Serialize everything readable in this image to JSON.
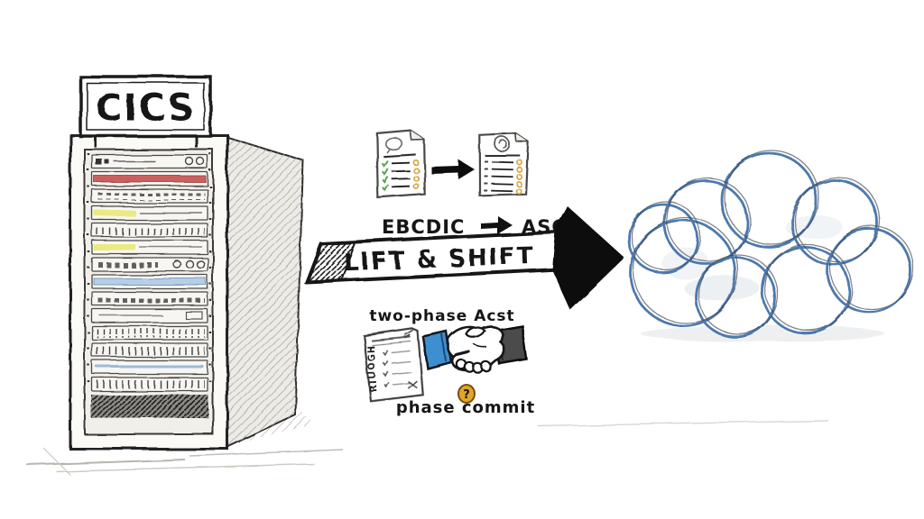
{
  "title": "Hand-drawn sketch: CICS mainframe lift & shift migration to cloud",
  "mainframe": {
    "sign_label": "CICS"
  },
  "conversion": {
    "from_label": "EBCDIC",
    "to_label": "ASCI"
  },
  "migration": {
    "arrow_label": "LIFT & SHIFT"
  },
  "transaction": {
    "title": "two-phase Acst",
    "caption": "phase commit",
    "doc_side_label": "RIUOGH",
    "coin_glyph": "?"
  },
  "icons": {
    "server_rack_glyph": "🖥",
    "document_glyph": "📄",
    "flow_arrow_glyph": "➔",
    "cloud_glyph": "☁",
    "handshake_glyph": "🤝",
    "coin_label": "gold-coin"
  },
  "colors": {
    "ink": "#161616",
    "cloud_blue": "#4d79ad",
    "cloud_pencil": "#3b4350",
    "rack_red": "#c85050",
    "rack_yellow": "#eaea82",
    "rack_blue": "#b6cfe8",
    "check_green": "#55a050",
    "dot_orange": "#d9a84e",
    "sleeve_blue": "#3d8fd1",
    "sleeve_dark": "#4b4b4b",
    "coin_gold": "#e0a52a"
  }
}
